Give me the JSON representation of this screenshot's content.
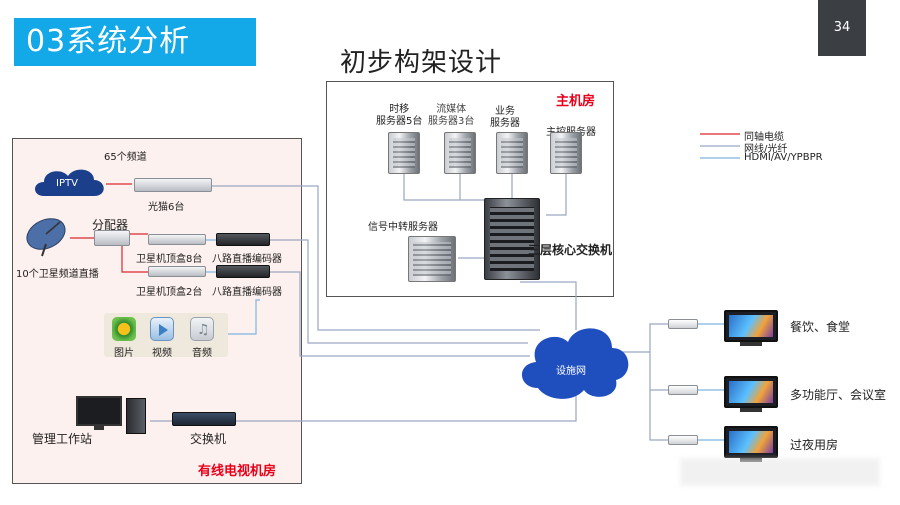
{
  "header": {
    "section_tag": "03系统分析",
    "page_number": "34",
    "title": "初步构架设计"
  },
  "legend": {
    "items": [
      {
        "label": "同轴电缆",
        "color": "#d9282f"
      },
      {
        "label": "网线/光纤",
        "color": "#9aa7c2"
      },
      {
        "label": "HDMI/AV/YPBPR",
        "color": "#7fb5e0"
      }
    ]
  },
  "main_room": {
    "label": "主机房",
    "servers": {
      "time_shift": "时移\n服务器5台",
      "streaming": "流媒体\n服务器3台",
      "business": "业务\n服务器",
      "control": "主控服务器",
      "relay": "信号中转服务器"
    },
    "core_switch": "三层核心交换机"
  },
  "tv_room": {
    "label": "有线电视机房",
    "iptv_channels": "65个频道",
    "iptv_cloud": "IPTV",
    "optical_modem": "光猫6台",
    "splitter": "分配器",
    "satellite": "10个卫星频道直播",
    "stb_8": "卫星机顶盒8台",
    "stb_2": "卫星机顶盒2台",
    "encoder_1": "八路直播编码器",
    "encoder_2": "八路直播编码器",
    "media": {
      "picture": "图片",
      "video": "视频",
      "audio": "音频"
    },
    "workstation": "管理工作站",
    "switch": "交换机"
  },
  "network": {
    "cloud_label": "设施网"
  },
  "endpoints": [
    {
      "label": "餐饮、食堂"
    },
    {
      "label": "多功能厅、会议室"
    },
    {
      "label": "过夜用房"
    }
  ]
}
